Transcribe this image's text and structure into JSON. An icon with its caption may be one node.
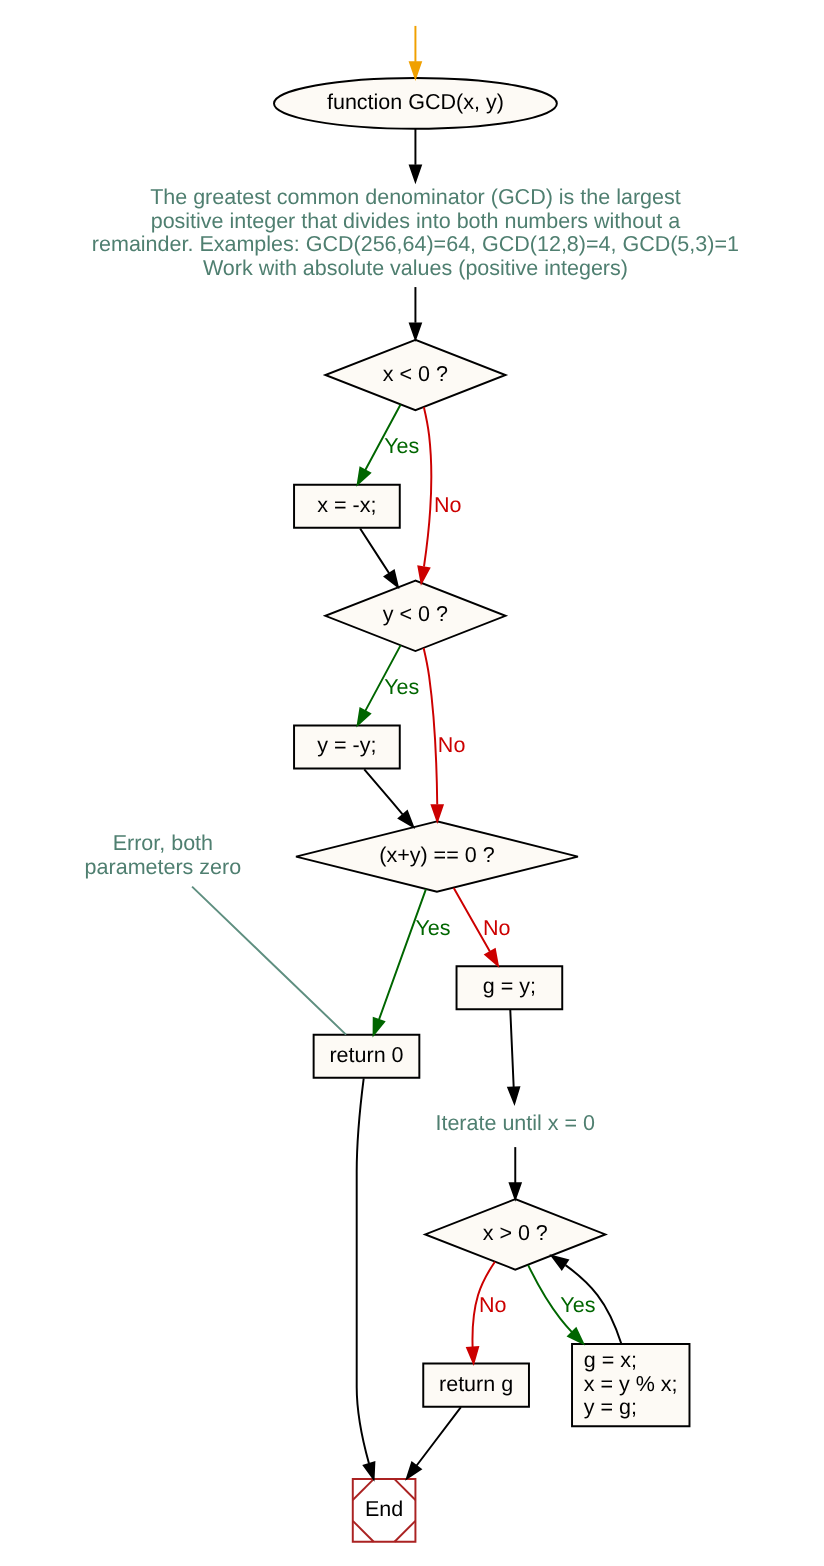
{
  "diagram": {
    "nodes": [
      {
        "text": [
          "function GCD(x, y)"
        ]
      },
      {
        "text": [
          "The greatest common denominator (GCD) is the largest positive integer that divides into both numbers without a remainder. Examples: GCD(256,64)=64, GCD(12,8)=4, GCD(5,3)=1 Work with absolute values (positive integers)"
        ]
      },
      {
        "text": [
          "x < 0 ?"
        ]
      },
      {
        "text": [
          "x = -x;"
        ]
      },
      {
        "text": [
          "y < 0 ?"
        ]
      },
      {
        "text": [
          "y = -y;"
        ]
      },
      {
        "text": [
          "(x+y) == 0 ?"
        ]
      },
      {
        "text": [
          "g = y;"
        ]
      },
      {
        "text": [
          "return 0"
        ]
      },
      {
        "text": [
          "Error, both parameters zero"
        ]
      },
      {
        "text": [
          "Iterate until x = 0"
        ]
      },
      {
        "text": [
          "x > 0 ?"
        ]
      },
      {
        "text": [
          "return g"
        ]
      },
      {
        "text": [
          "g = x; x = y % x; y = g;"
        ]
      },
      {
        "text": [
          "End"
        ]
      }
    ],
    "edges": [
      {
        "from": null,
        "to": 0,
        "arrow": "to",
        "color": "#f0a000"
      },
      {
        "from": 0,
        "to": 1,
        "arrow": "to"
      },
      {
        "from": 1,
        "to": 2,
        "arrow": "to"
      },
      {
        "from": 2,
        "to": 3,
        "arrow": "to",
        "label": "Yes",
        "color": "#006600"
      },
      {
        "from": 2,
        "to": 4,
        "arrow": "to",
        "label": "No",
        "color": "#cc0000"
      },
      {
        "from": 3,
        "to": 4,
        "arrow": "to"
      },
      {
        "from": 4,
        "to": 5,
        "arrow": "to",
        "label": "Yes",
        "color": "#006600"
      },
      {
        "from": 4,
        "to": 6,
        "arrow": "to",
        "label": "No",
        "color": "#cc0000"
      },
      {
        "from": 5,
        "to": 6,
        "arrow": "to"
      },
      {
        "from": 6,
        "to": 7,
        "arrow": "to",
        "label": "No",
        "color": "#cc0000"
      },
      {
        "from": 6,
        "to": 8,
        "arrow": "to",
        "label": "Yes",
        "color": "#006600"
      },
      {
        "from": 9,
        "to": 8,
        "arrow": "none",
        "color": "#5f8f80"
      },
      {
        "from": 7,
        "to": 10,
        "arrow": "to"
      },
      {
        "from": 10,
        "to": 11,
        "arrow": "to"
      },
      {
        "from": 11,
        "to": 12,
        "arrow": "to",
        "label": "No",
        "color": "#cc0000"
      },
      {
        "from": 11,
        "to": 13,
        "arrow": "to",
        "label": "Yes",
        "color": "#006600"
      },
      {
        "from": 13,
        "to": 11,
        "arrow": "to"
      },
      {
        "from": 12,
        "to": 14,
        "arrow": "to"
      },
      {
        "from": 8,
        "to": 14,
        "arrow": "to"
      }
    ]
  }
}
